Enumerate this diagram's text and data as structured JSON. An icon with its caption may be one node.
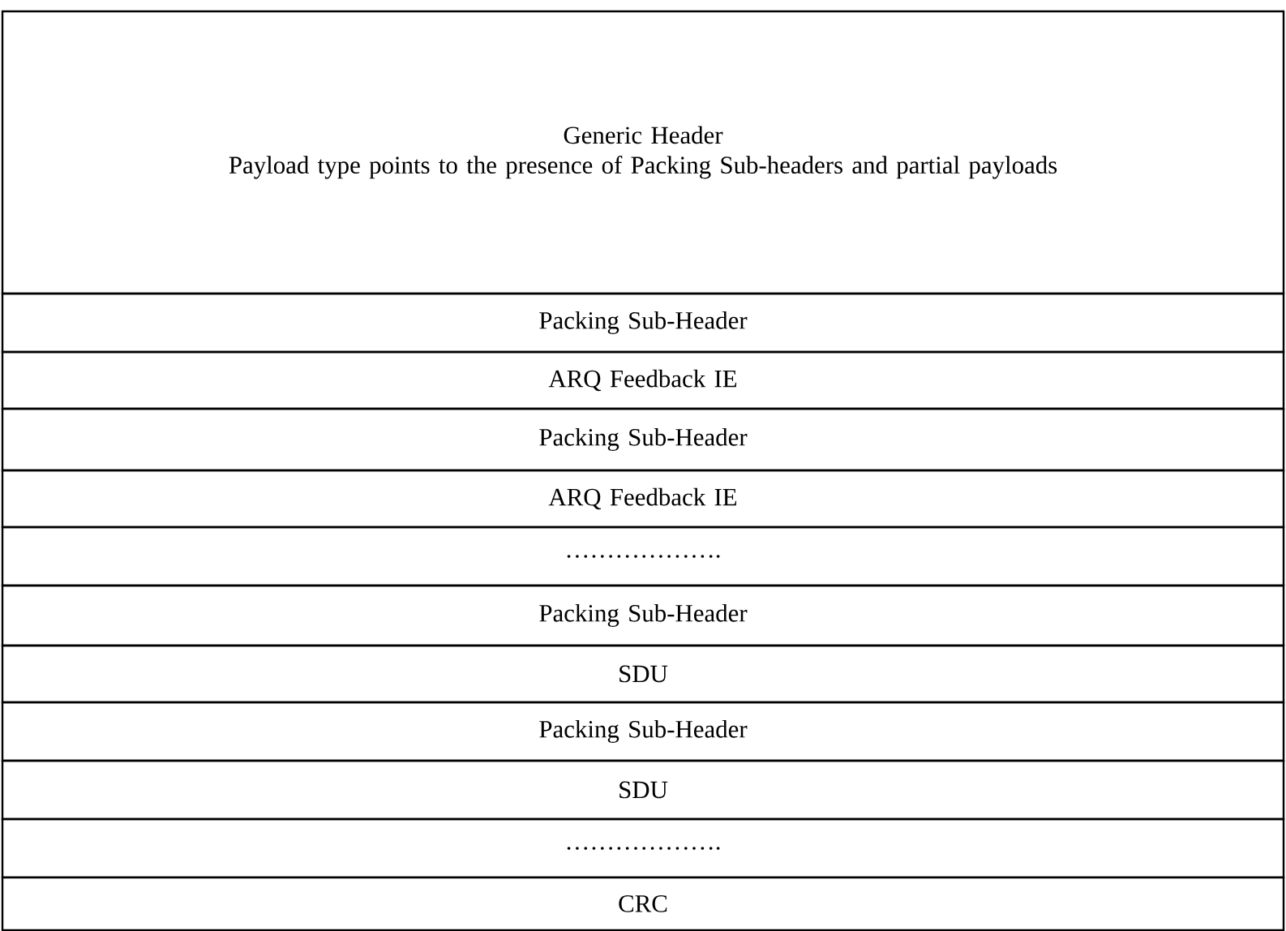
{
  "diagram": {
    "nodes": [
      {
        "text": [
          "Generic Header",
          "Payload type points to the presence of Packing Sub-headers and partial payloads"
        ]
      },
      {
        "text": [
          "Packing Sub-Header"
        ]
      },
      {
        "text": [
          "ARQ Feedback IE"
        ]
      },
      {
        "text": [
          "Packing Sub-Header"
        ]
      },
      {
        "text": [
          "ARQ Feedback IE"
        ]
      },
      {
        "text": [
          "………………."
        ]
      },
      {
        "text": [
          "Packing Sub-Header"
        ]
      },
      {
        "text": [
          "SDU"
        ]
      },
      {
        "text": [
          "Packing Sub-Header"
        ]
      },
      {
        "text": [
          "SDU"
        ]
      },
      {
        "text": [
          "………………."
        ]
      },
      {
        "text": [
          "CRC"
        ]
      }
    ]
  }
}
